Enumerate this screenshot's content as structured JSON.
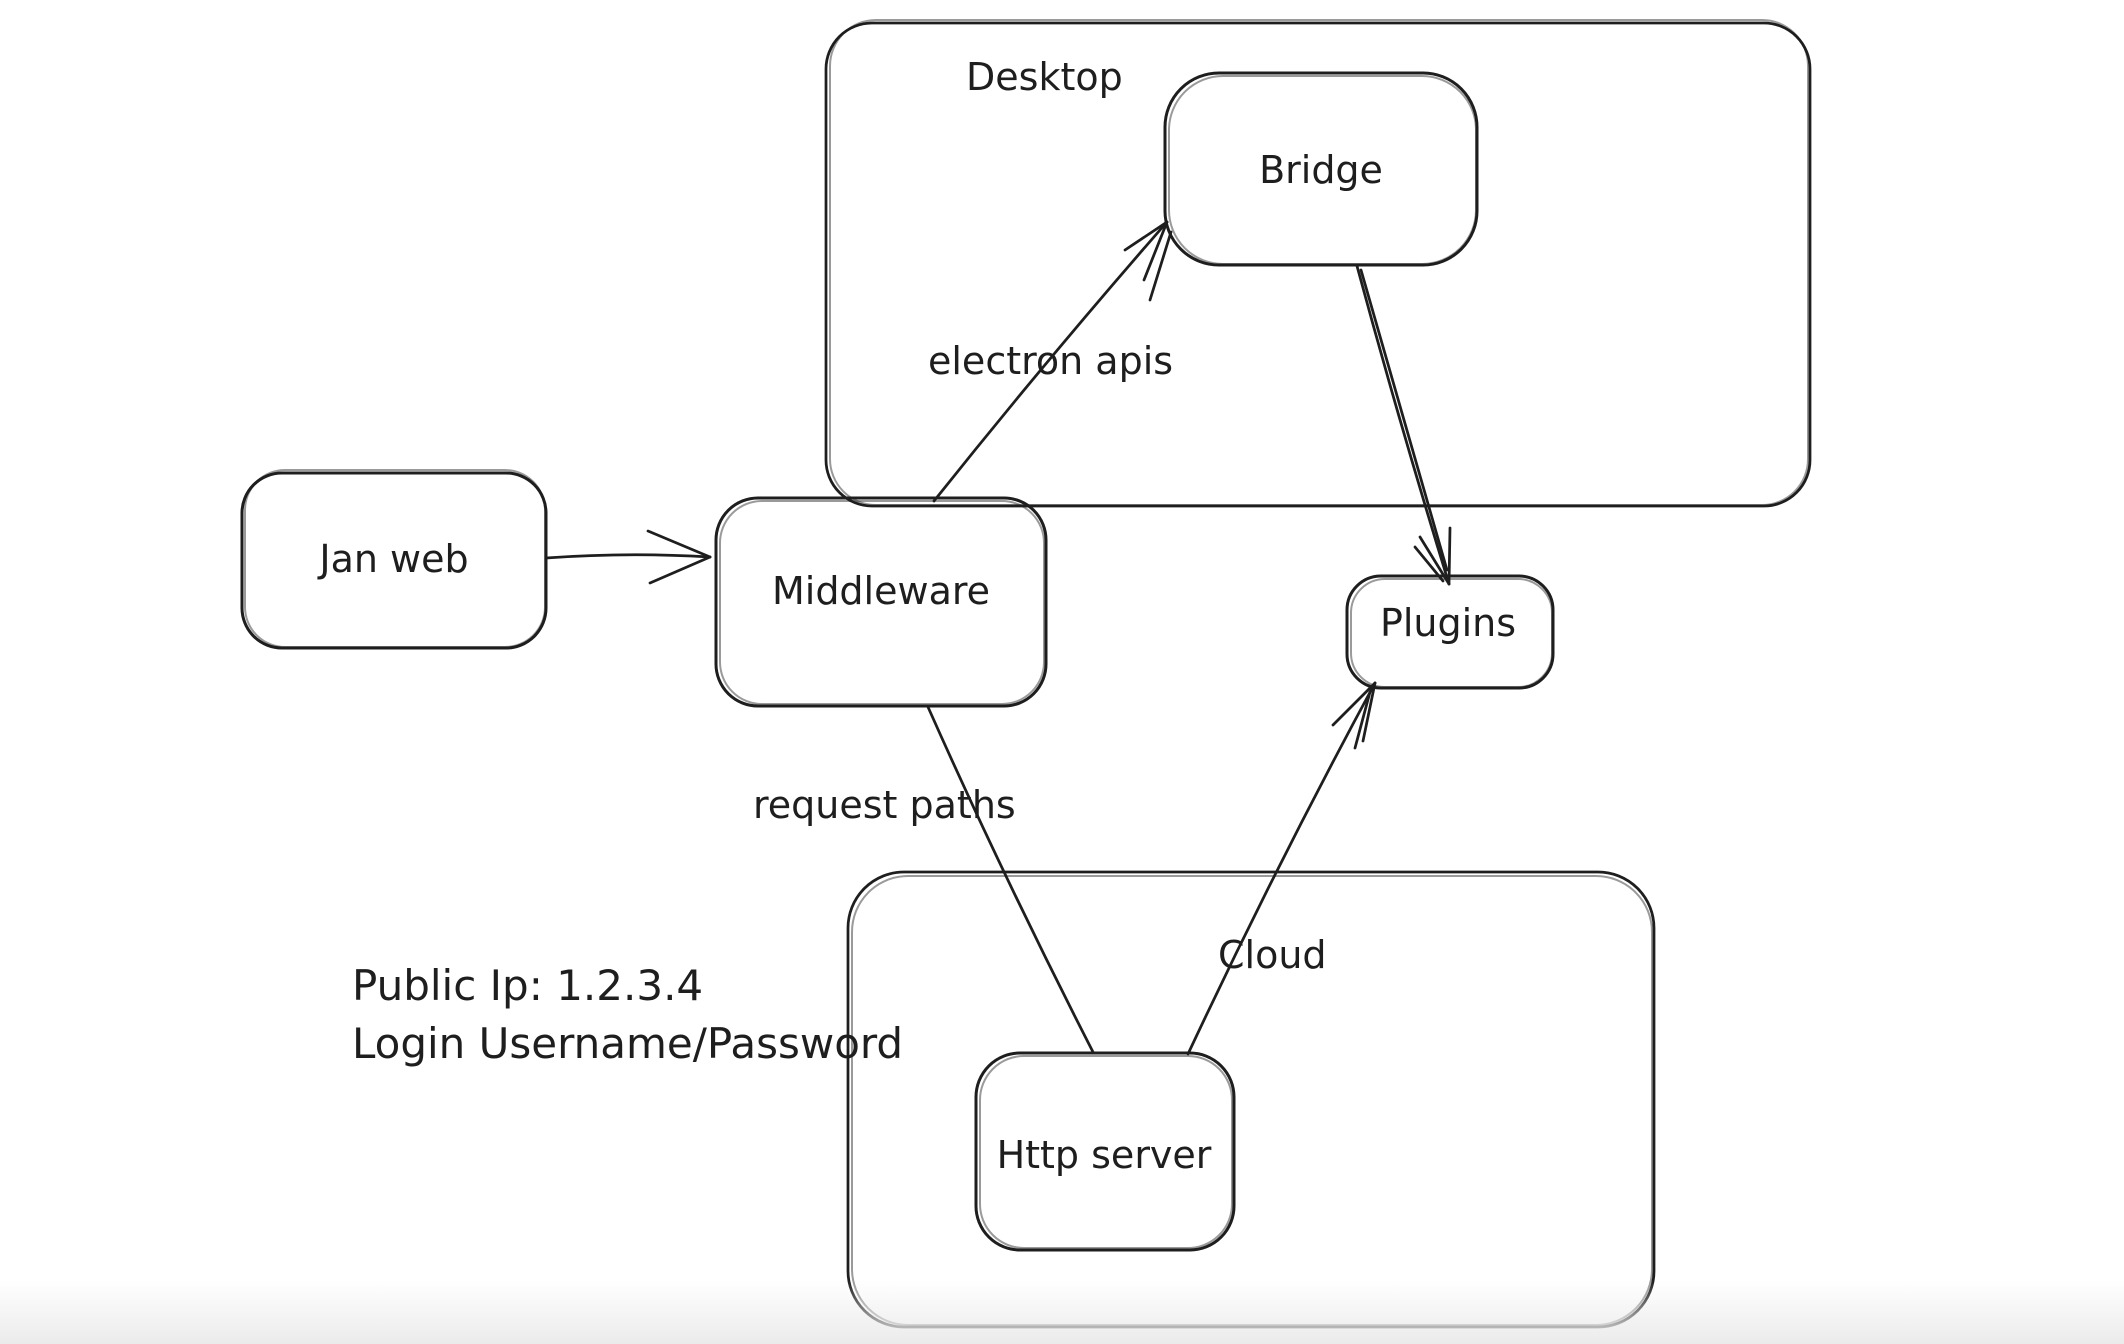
{
  "diagram": {
    "containers": [
      {
        "id": "desktop",
        "label": "Desktop"
      },
      {
        "id": "cloud",
        "label": "Cloud"
      }
    ],
    "nodes": [
      {
        "id": "jan-web",
        "label": "Jan web"
      },
      {
        "id": "middleware",
        "label": "Middleware"
      },
      {
        "id": "bridge",
        "label": "Bridge"
      },
      {
        "id": "plugins",
        "label": "Plugins"
      },
      {
        "id": "http-server",
        "label": "Http server"
      }
    ],
    "edges": [
      {
        "from": "jan-web",
        "to": "middleware",
        "label": ""
      },
      {
        "from": "middleware",
        "to": "bridge",
        "label": "electron apis"
      },
      {
        "from": "bridge",
        "to": "plugins",
        "label": ""
      },
      {
        "from": "middleware",
        "to": "http-server",
        "label": "request paths"
      },
      {
        "from": "http-server",
        "to": "plugins",
        "label": ""
      }
    ],
    "annotations": [
      {
        "text": "Public Ip: 1.2.3.4"
      },
      {
        "text": "Login Username/Password"
      }
    ],
    "colors": {
      "stroke": "#1e1e1e",
      "background": "#ffffff",
      "bottom_fade": "#ebebeb"
    }
  }
}
